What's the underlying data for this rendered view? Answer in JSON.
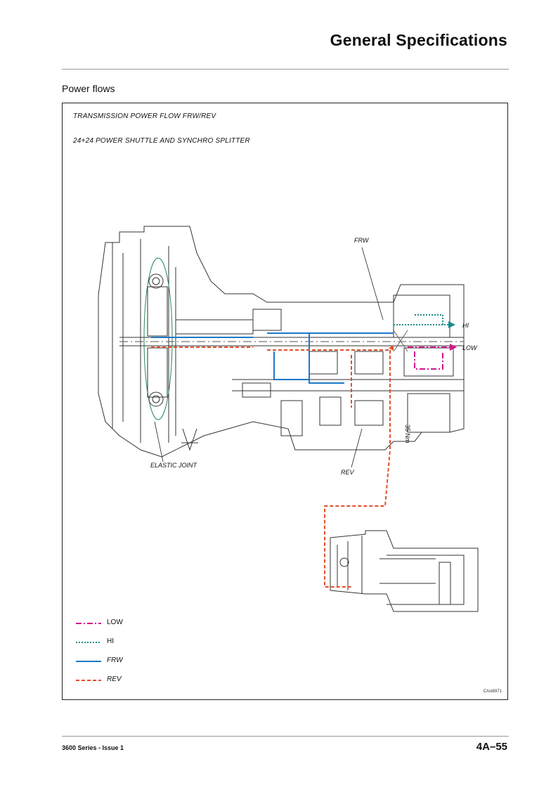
{
  "header": {
    "title": "General Specifications"
  },
  "section": {
    "title": "Power flows"
  },
  "figure": {
    "caption_line1": "TRANSMISSION POWER FLOW FRW/REV",
    "caption_line2": "24+24 POWER SHUTTLE AND SYNCHRO SPLITTER",
    "callouts": {
      "frw": "FRW",
      "rev": "REV",
      "hi": "HI",
      "low": "LOW",
      "elastic_joint": "ELASTIC JOINT",
      "torque": "35 Nm"
    },
    "reference_code": "CAst6971"
  },
  "legend": [
    {
      "label": "LOW",
      "color": "#d4148c",
      "style": "dash-dot"
    },
    {
      "label": "HI",
      "color": "#1a8c8c",
      "style": "dotted"
    },
    {
      "label": "FRW",
      "color": "#1f78c8",
      "style": "solid"
    },
    {
      "label": "REV",
      "color": "#e0502a",
      "style": "dashed"
    }
  ],
  "footer": {
    "series": "3600 Series - Issue 1",
    "page": "4A–55"
  }
}
